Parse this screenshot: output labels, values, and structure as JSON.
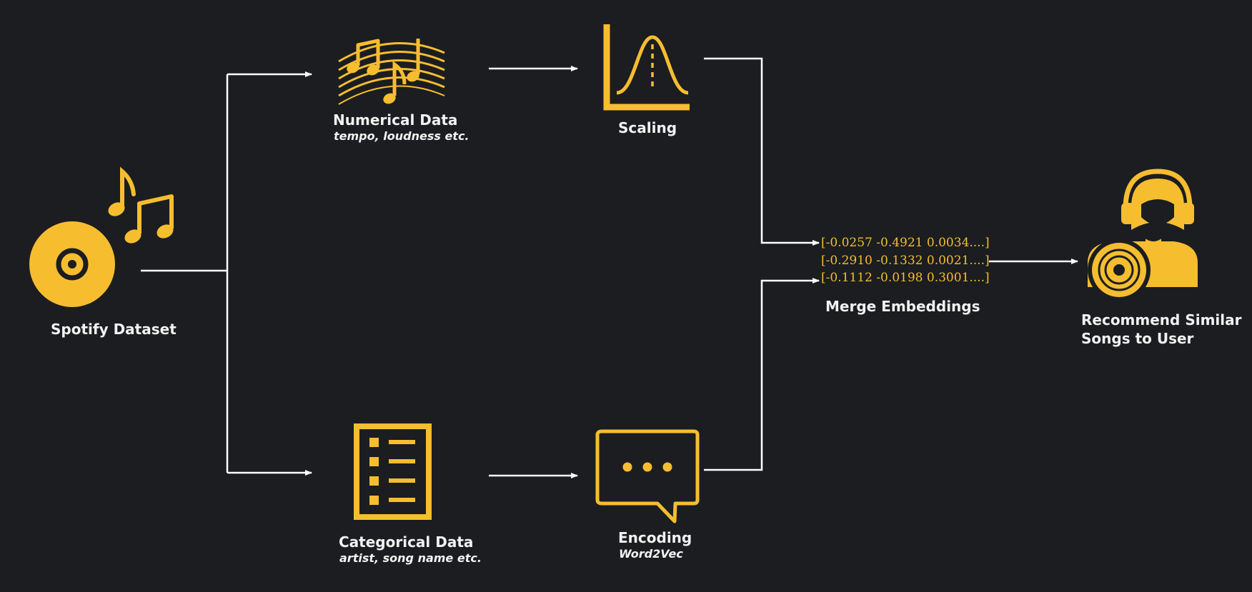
{
  "colors": {
    "background": "#1b1d20",
    "accent": "#f6bd2f",
    "line": "#ffffff",
    "text": "#f2f2f2"
  },
  "nodes": {
    "dataset": {
      "label": "Spotify Dataset",
      "icon": "vinyl-record-with-music-notes-icon"
    },
    "numerical": {
      "label": "Numerical Data",
      "sublabel": "tempo, loudness etc.",
      "icon": "music-staff-icon"
    },
    "categorical": {
      "label": "Categorical Data",
      "sublabel": "artist, song name etc.",
      "icon": "list-document-icon"
    },
    "scaling": {
      "label": "Scaling",
      "icon": "bell-curve-icon"
    },
    "encoding": {
      "label": "Encoding",
      "sublabel": "Word2Vec",
      "icon": "speech-bubble-icon"
    },
    "merge": {
      "label": "Merge Embeddings",
      "vectors": [
        "[-0.0257 -0.4921 0.0034....]",
        "[-0.2910 -0.1332 0.0021....]",
        "[-0.1112 -0.0198 0.3001....]"
      ]
    },
    "recommend": {
      "label_line1": "Recommend Similar",
      "label_line2": "Songs to User",
      "icon": "listener-with-headphones-icon"
    }
  }
}
